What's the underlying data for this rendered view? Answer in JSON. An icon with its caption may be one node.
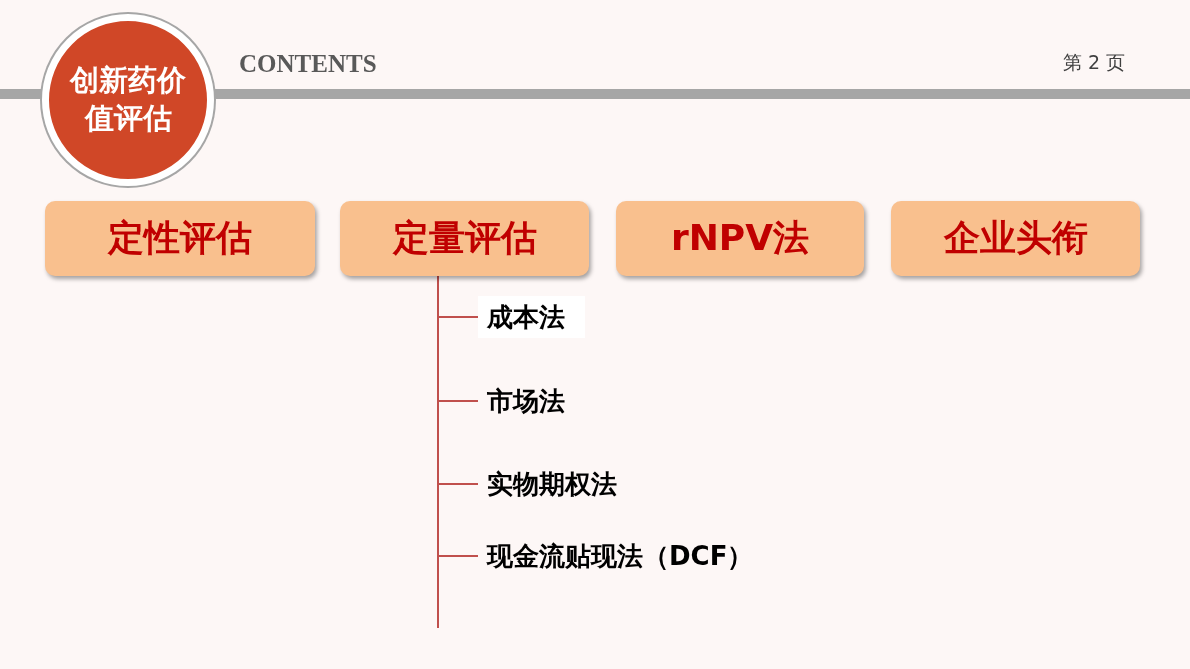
{
  "diagram": {
    "title": "CONTENTS",
    "nodes": [
      {
        "text": [
          "创新药价值评估"
        ]
      },
      {
        "text": [
          "定性评估"
        ]
      },
      {
        "text": [
          "定量评估"
        ]
      },
      {
        "text": [
          "rNPV法"
        ]
      },
      {
        "text": [
          "企业头衔"
        ]
      },
      {
        "text": [
          "成本法"
        ]
      },
      {
        "text": [
          "市场法"
        ]
      },
      {
        "text": [
          "实物期权法"
        ]
      },
      {
        "text": [
          "现金流贴现法（DCF）"
        ]
      }
    ],
    "edges": [
      {
        "from": 2,
        "to": 5,
        "arrow": "none"
      },
      {
        "from": 2,
        "to": 6,
        "arrow": "none"
      },
      {
        "from": 2,
        "to": 7,
        "arrow": "none"
      },
      {
        "from": 2,
        "to": 8,
        "arrow": "none"
      }
    ],
    "labels": [
      "第 2 页"
    ]
  }
}
